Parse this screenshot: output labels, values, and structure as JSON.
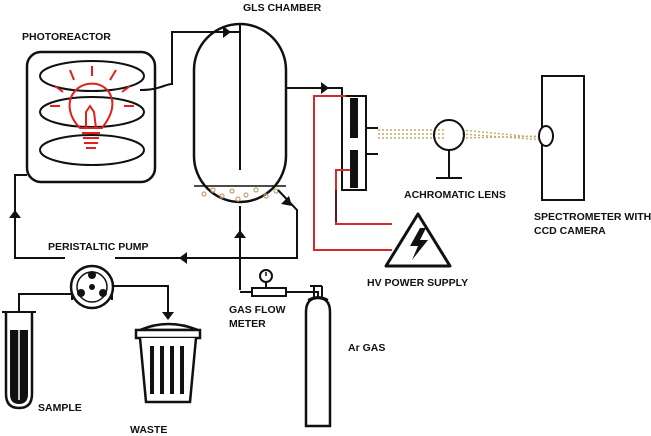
{
  "labels": {
    "photoreactor": "PHOTOREACTOR",
    "gls_chamber": "GLS CHAMBER",
    "peristaltic_pump": "PERISTALTIC PUMP",
    "achromatic_lens": "ACHROMATIC LENS",
    "spectrometer_line1": "SPECTROMETER WITH",
    "spectrometer_line2": "CCD CAMERA",
    "hv_power_supply": "HV POWER SUPPLY",
    "gas_flow_line1": "GAS FLOW",
    "gas_flow_line2": "METER",
    "ar_gas": "Ar GAS",
    "sample": "SAMPLE",
    "waste": "WASTE"
  },
  "colors": {
    "line": "#111111",
    "bulb": "#e0201a",
    "hv_wire": "#d42a2a",
    "light_beam": "#c8a86a",
    "bubbles": "#c9a070"
  },
  "icons": {
    "hv_warning": "high-voltage-triangle-icon",
    "bulb": "light-bulb-icon"
  }
}
